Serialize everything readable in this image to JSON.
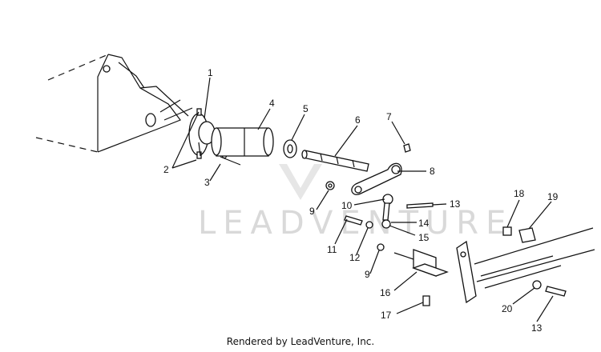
{
  "watermark": {
    "text": "LEADVENTURE"
  },
  "footer": {
    "text": "Rendered by LeadVenture, Inc."
  },
  "callouts": [
    {
      "id": "c1",
      "label": "1"
    },
    {
      "id": "c2",
      "label": "2"
    },
    {
      "id": "c3",
      "label": "3"
    },
    {
      "id": "c4",
      "label": "4"
    },
    {
      "id": "c5",
      "label": "5"
    },
    {
      "id": "c6",
      "label": "6"
    },
    {
      "id": "c7",
      "label": "7"
    },
    {
      "id": "c8",
      "label": "8"
    },
    {
      "id": "c9a",
      "label": "9"
    },
    {
      "id": "c9b",
      "label": "9"
    },
    {
      "id": "c10",
      "label": "10"
    },
    {
      "id": "c11",
      "label": "11"
    },
    {
      "id": "c12",
      "label": "12"
    },
    {
      "id": "c13a",
      "label": "13"
    },
    {
      "id": "c13b",
      "label": "13"
    },
    {
      "id": "c14",
      "label": "14"
    },
    {
      "id": "c15",
      "label": "15"
    },
    {
      "id": "c16",
      "label": "16"
    },
    {
      "id": "c17",
      "label": "17"
    },
    {
      "id": "c18",
      "label": "18"
    },
    {
      "id": "c19",
      "label": "19"
    },
    {
      "id": "c20",
      "label": "20"
    }
  ]
}
